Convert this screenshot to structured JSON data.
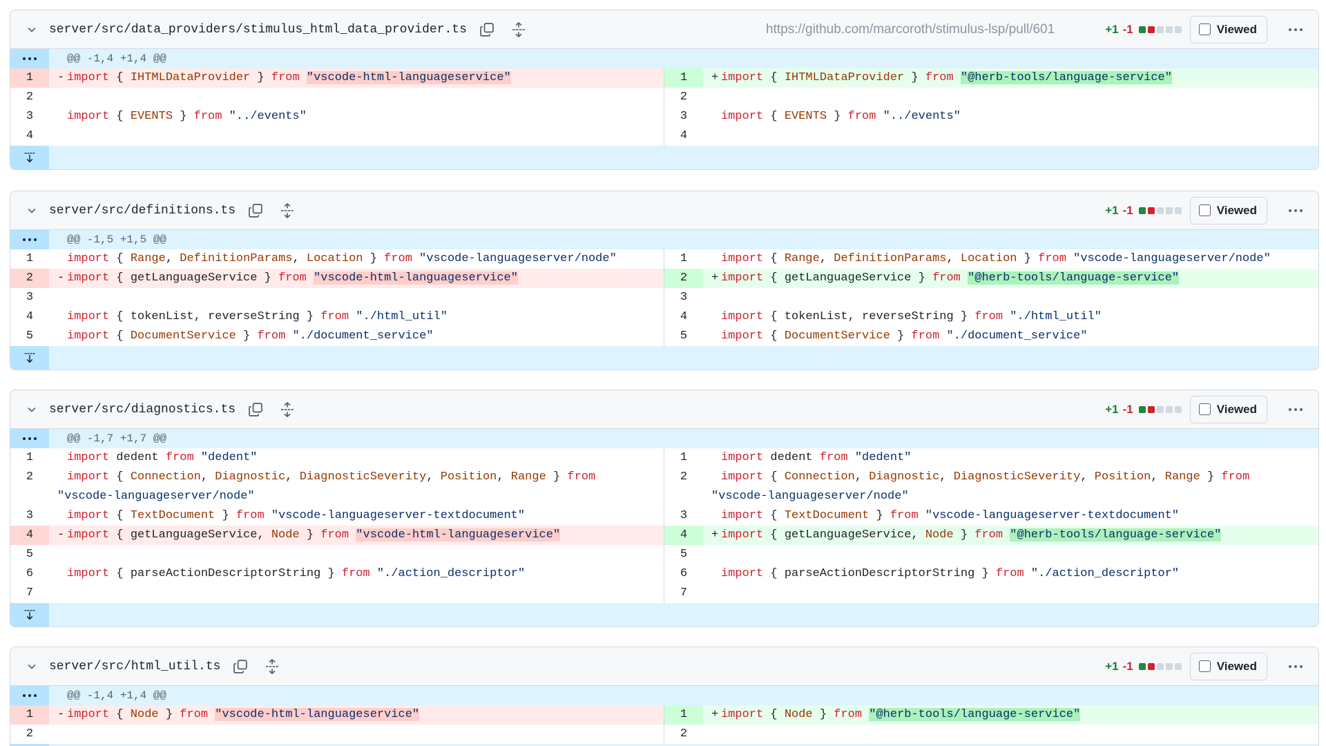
{
  "url_bar": "https://github.com/marcoroth/stimulus-lsp/pull/601",
  "viewed_label": "Viewed",
  "colors": {
    "addition": "#1a7f37",
    "deletion": "#d1242f",
    "hunk": "#ddf4ff"
  },
  "icons": [
    "chevron-down-icon",
    "copy-icon",
    "expand-icon",
    "kebab-horizontal-icon",
    "unfold-icon",
    "fold-down-icon"
  ],
  "files": [
    {
      "path": "server/src/data_providers/stimulus_html_data_provider.ts",
      "additions": "+1",
      "deletions": "-1",
      "stat_blocks": [
        "add",
        "del",
        "neu",
        "neu",
        "neu"
      ],
      "show_url": true,
      "hunk": "@@ -1,4 +1,4 @@",
      "rows": [
        {
          "type": "change",
          "left_num": "1",
          "right_num": "1",
          "left": [
            [
              "m",
              "-"
            ],
            [
              "kw",
              "import"
            ],
            [
              "t",
              " { "
            ],
            [
              "id",
              "IHTMLDataProvider"
            ],
            [
              "t",
              " } "
            ],
            [
              "kw",
              "from"
            ],
            [
              "t",
              " "
            ],
            [
              "hlstr",
              "\"vscode-html-languageservice\""
            ]
          ],
          "right": [
            [
              "m",
              "+"
            ],
            [
              "kw",
              "import"
            ],
            [
              "t",
              " { "
            ],
            [
              "id",
              "IHTMLDataProvider"
            ],
            [
              "t",
              " } "
            ],
            [
              "kw",
              "from"
            ],
            [
              "t",
              " "
            ],
            [
              "hlstr",
              "\"@herb-tools/language-service\""
            ]
          ]
        },
        {
          "type": "ctx",
          "left_num": "2",
          "right_num": "2",
          "left": [],
          "right": []
        },
        {
          "type": "ctx",
          "left_num": "3",
          "right_num": "3",
          "left": [
            [
              "kw",
              "import"
            ],
            [
              "t",
              " { "
            ],
            [
              "id",
              "EVENTS"
            ],
            [
              "t",
              " } "
            ],
            [
              "kw",
              "from"
            ],
            [
              "t",
              " "
            ],
            [
              "str",
              "\"../events\""
            ]
          ],
          "right": [
            [
              "kw",
              "import"
            ],
            [
              "t",
              " { "
            ],
            [
              "id",
              "EVENTS"
            ],
            [
              "t",
              " } "
            ],
            [
              "kw",
              "from"
            ],
            [
              "t",
              " "
            ],
            [
              "str",
              "\"../events\""
            ]
          ]
        },
        {
          "type": "ctx",
          "left_num": "4",
          "right_num": "4",
          "left": [],
          "right": []
        }
      ]
    },
    {
      "path": "server/src/definitions.ts",
      "additions": "+1",
      "deletions": "-1",
      "stat_blocks": [
        "add",
        "del",
        "neu",
        "neu",
        "neu"
      ],
      "show_url": false,
      "hunk": "@@ -1,5 +1,5 @@",
      "rows": [
        {
          "type": "ctx",
          "left_num": "1",
          "right_num": "1",
          "left": [
            [
              "kw",
              "import"
            ],
            [
              "t",
              " { "
            ],
            [
              "id",
              "Range"
            ],
            [
              "t",
              ", "
            ],
            [
              "id",
              "DefinitionParams"
            ],
            [
              "t",
              ", "
            ],
            [
              "id",
              "Location"
            ],
            [
              "t",
              " } "
            ],
            [
              "kw",
              "from"
            ],
            [
              "t",
              " "
            ],
            [
              "str",
              "\"vscode-languageserver/node\""
            ]
          ],
          "right": [
            [
              "kw",
              "import"
            ],
            [
              "t",
              " { "
            ],
            [
              "id",
              "Range"
            ],
            [
              "t",
              ", "
            ],
            [
              "id",
              "DefinitionParams"
            ],
            [
              "t",
              ", "
            ],
            [
              "id",
              "Location"
            ],
            [
              "t",
              " } "
            ],
            [
              "kw",
              "from"
            ],
            [
              "t",
              " "
            ],
            [
              "str",
              "\"vscode-languageserver/node\""
            ]
          ]
        },
        {
          "type": "change",
          "left_num": "2",
          "right_num": "2",
          "left": [
            [
              "m",
              "-"
            ],
            [
              "kw",
              "import"
            ],
            [
              "t",
              " { getLanguageService } "
            ],
            [
              "kw",
              "from"
            ],
            [
              "t",
              " "
            ],
            [
              "hlstr",
              "\"vscode-html-languageservice\""
            ]
          ],
          "right": [
            [
              "m",
              "+"
            ],
            [
              "kw",
              "import"
            ],
            [
              "t",
              " { getLanguageService } "
            ],
            [
              "kw",
              "from"
            ],
            [
              "t",
              " "
            ],
            [
              "hlstr",
              "\"@herb-tools/language-service\""
            ]
          ]
        },
        {
          "type": "ctx",
          "left_num": "3",
          "right_num": "3",
          "left": [],
          "right": []
        },
        {
          "type": "ctx",
          "left_num": "4",
          "right_num": "4",
          "left": [
            [
              "kw",
              "import"
            ],
            [
              "t",
              " { tokenList, reverseString } "
            ],
            [
              "kw",
              "from"
            ],
            [
              "t",
              " "
            ],
            [
              "str",
              "\"./html_util\""
            ]
          ],
          "right": [
            [
              "kw",
              "import"
            ],
            [
              "t",
              " { tokenList, reverseString } "
            ],
            [
              "kw",
              "from"
            ],
            [
              "t",
              " "
            ],
            [
              "str",
              "\"./html_util\""
            ]
          ]
        },
        {
          "type": "ctx",
          "left_num": "5",
          "right_num": "5",
          "left": [
            [
              "kw",
              "import"
            ],
            [
              "t",
              " { "
            ],
            [
              "id",
              "DocumentService"
            ],
            [
              "t",
              " } "
            ],
            [
              "kw",
              "from"
            ],
            [
              "t",
              " "
            ],
            [
              "str",
              "\"./document_service\""
            ]
          ],
          "right": [
            [
              "kw",
              "import"
            ],
            [
              "t",
              " { "
            ],
            [
              "id",
              "DocumentService"
            ],
            [
              "t",
              " } "
            ],
            [
              "kw",
              "from"
            ],
            [
              "t",
              " "
            ],
            [
              "str",
              "\"./document_service\""
            ]
          ]
        }
      ]
    },
    {
      "path": "server/src/diagnostics.ts",
      "additions": "+1",
      "deletions": "-1",
      "stat_blocks": [
        "add",
        "del",
        "neu",
        "neu",
        "neu"
      ],
      "show_url": false,
      "hunk": "@@ -1,7 +1,7 @@",
      "rows": [
        {
          "type": "ctx",
          "left_num": "1",
          "right_num": "1",
          "left": [
            [
              "kw",
              "import"
            ],
            [
              "t",
              " dedent "
            ],
            [
              "kw",
              "from"
            ],
            [
              "t",
              " "
            ],
            [
              "str",
              "\"dedent\""
            ]
          ],
          "right": [
            [
              "kw",
              "import"
            ],
            [
              "t",
              " dedent "
            ],
            [
              "kw",
              "from"
            ],
            [
              "t",
              " "
            ],
            [
              "str",
              "\"dedent\""
            ]
          ]
        },
        {
          "type": "ctx",
          "left_num": "2",
          "right_num": "2",
          "left": [
            [
              "kw",
              "import"
            ],
            [
              "t",
              " { "
            ],
            [
              "id",
              "Connection"
            ],
            [
              "t",
              ", "
            ],
            [
              "id",
              "Diagnostic"
            ],
            [
              "t",
              ", "
            ],
            [
              "id",
              "DiagnosticSeverity"
            ],
            [
              "t",
              ", "
            ],
            [
              "id",
              "Position"
            ],
            [
              "t",
              ", "
            ],
            [
              "id",
              "Range"
            ],
            [
              "t",
              " } "
            ],
            [
              "kw",
              "from"
            ],
            [
              "t",
              "\n"
            ],
            [
              "str",
              "\"vscode-languageserver/node\""
            ]
          ],
          "right": [
            [
              "kw",
              "import"
            ],
            [
              "t",
              " { "
            ],
            [
              "id",
              "Connection"
            ],
            [
              "t",
              ", "
            ],
            [
              "id",
              "Diagnostic"
            ],
            [
              "t",
              ", "
            ],
            [
              "id",
              "DiagnosticSeverity"
            ],
            [
              "t",
              ", "
            ],
            [
              "id",
              "Position"
            ],
            [
              "t",
              ", "
            ],
            [
              "id",
              "Range"
            ],
            [
              "t",
              " } "
            ],
            [
              "kw",
              "from"
            ],
            [
              "t",
              "\n"
            ],
            [
              "str",
              "\"vscode-languageserver/node\""
            ]
          ]
        },
        {
          "type": "ctx",
          "left_num": "3",
          "right_num": "3",
          "left": [
            [
              "kw",
              "import"
            ],
            [
              "t",
              " { "
            ],
            [
              "id",
              "TextDocument"
            ],
            [
              "t",
              " } "
            ],
            [
              "kw",
              "from"
            ],
            [
              "t",
              " "
            ],
            [
              "str",
              "\"vscode-languageserver-textdocument\""
            ]
          ],
          "right": [
            [
              "kw",
              "import"
            ],
            [
              "t",
              " { "
            ],
            [
              "id",
              "TextDocument"
            ],
            [
              "t",
              " } "
            ],
            [
              "kw",
              "from"
            ],
            [
              "t",
              " "
            ],
            [
              "str",
              "\"vscode-languageserver-textdocument\""
            ]
          ]
        },
        {
          "type": "change",
          "left_num": "4",
          "right_num": "4",
          "left": [
            [
              "m",
              "-"
            ],
            [
              "kw",
              "import"
            ],
            [
              "t",
              " { getLanguageService, "
            ],
            [
              "id",
              "Node"
            ],
            [
              "t",
              " } "
            ],
            [
              "kw",
              "from"
            ],
            [
              "t",
              " "
            ],
            [
              "hlstr",
              "\"vscode-html-languageservice\""
            ]
          ],
          "right": [
            [
              "m",
              "+"
            ],
            [
              "kw",
              "import"
            ],
            [
              "t",
              " { getLanguageService, "
            ],
            [
              "id",
              "Node"
            ],
            [
              "t",
              " } "
            ],
            [
              "kw",
              "from"
            ],
            [
              "t",
              " "
            ],
            [
              "hlstr",
              "\"@herb-tools/language-service\""
            ]
          ]
        },
        {
          "type": "ctx",
          "left_num": "5",
          "right_num": "5",
          "left": [],
          "right": []
        },
        {
          "type": "ctx",
          "left_num": "6",
          "right_num": "6",
          "left": [
            [
              "kw",
              "import"
            ],
            [
              "t",
              " { parseActionDescriptorString } "
            ],
            [
              "kw",
              "from"
            ],
            [
              "t",
              " "
            ],
            [
              "str",
              "\"./action_descriptor\""
            ]
          ],
          "right": [
            [
              "kw",
              "import"
            ],
            [
              "t",
              " { parseActionDescriptorString } "
            ],
            [
              "kw",
              "from"
            ],
            [
              "t",
              " "
            ],
            [
              "str",
              "\"./action_descriptor\""
            ]
          ]
        },
        {
          "type": "ctx",
          "left_num": "7",
          "right_num": "7",
          "left": [],
          "right": []
        }
      ]
    },
    {
      "path": "server/src/html_util.ts",
      "additions": "+1",
      "deletions": "-1",
      "stat_blocks": [
        "add",
        "del",
        "neu",
        "neu",
        "neu"
      ],
      "show_url": false,
      "hunk": "@@ -1,4 +1,4 @@",
      "rows": [
        {
          "type": "change",
          "left_num": "1",
          "right_num": "1",
          "left": [
            [
              "m",
              "-"
            ],
            [
              "kw",
              "import"
            ],
            [
              "t",
              " { "
            ],
            [
              "id",
              "Node"
            ],
            [
              "t",
              " } "
            ],
            [
              "kw",
              "from"
            ],
            [
              "t",
              " "
            ],
            [
              "hlstr",
              "\"vscode-html-languageservice\""
            ]
          ],
          "right": [
            [
              "m",
              "+"
            ],
            [
              "kw",
              "import"
            ],
            [
              "t",
              " { "
            ],
            [
              "id",
              "Node"
            ],
            [
              "t",
              " } "
            ],
            [
              "kw",
              "from"
            ],
            [
              "t",
              " "
            ],
            [
              "hlstr",
              "\"@herb-tools/language-service\""
            ]
          ]
        },
        {
          "type": "ctx",
          "left_num": "2",
          "right_num": "2",
          "left": [],
          "right": []
        }
      ]
    }
  ]
}
